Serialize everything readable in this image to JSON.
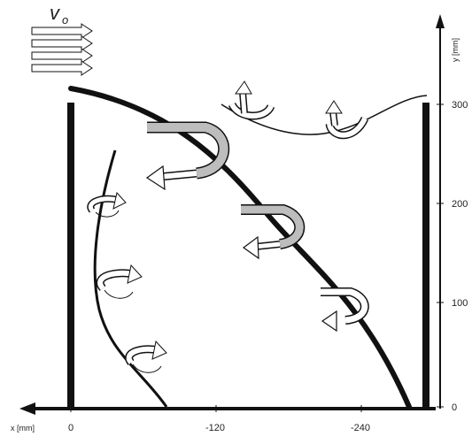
{
  "velocity_label": {
    "symbol": "v",
    "subscript": "o"
  },
  "x_axis": {
    "label": "x [mm]",
    "ticks": [
      "0",
      "-120",
      "-240"
    ]
  },
  "y_axis": {
    "label": "y [mm]",
    "ticks": [
      "0",
      "100",
      "200",
      "300"
    ]
  },
  "colors": {
    "ink": "#111111",
    "swirl_fill": "#bdbdbd",
    "background": "#ffffff"
  }
}
